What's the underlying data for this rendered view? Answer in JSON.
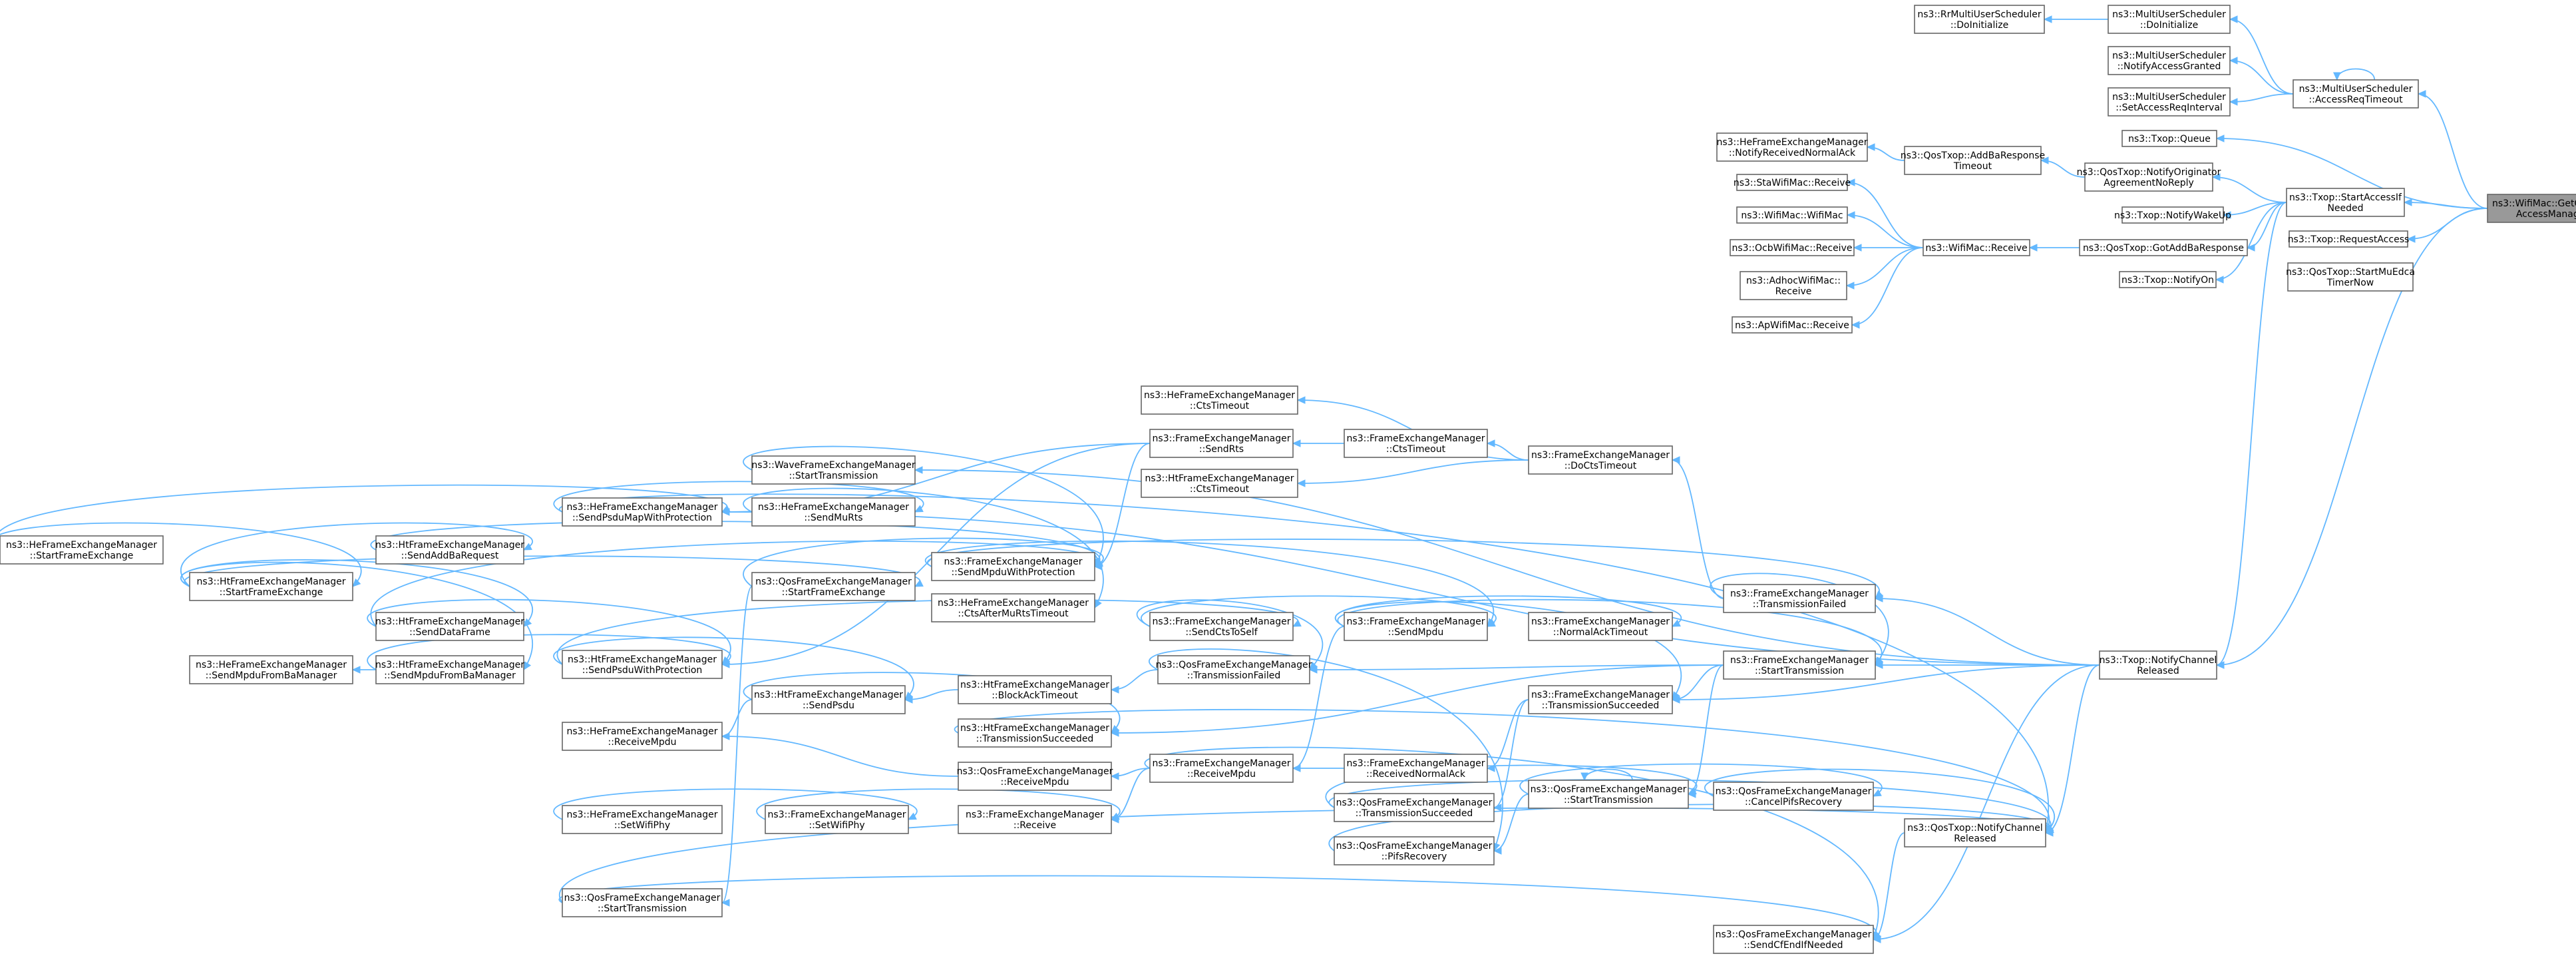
{
  "graph": {
    "direction": "right-to-left",
    "root": "getchannel",
    "colors": {
      "edge": "#63b8ff",
      "node_border": "#666666",
      "node_fill": "#ffffff",
      "root_fill": "#999999"
    },
    "nodes": [
      {
        "id": "getchannel",
        "lines": [
          "ns3::WifiMac::GetChannel",
          "AccessManager"
        ],
        "root": true
      },
      {
        "id": "rrmusched_doinit",
        "lines": [
          "ns3::RrMultiUserScheduler",
          "::DoInitialize"
        ]
      },
      {
        "id": "musched_doinit",
        "lines": [
          "ns3::MultiUserScheduler",
          "::DoInitialize"
        ]
      },
      {
        "id": "musched_notifyag",
        "lines": [
          "ns3::MultiUserScheduler",
          "::NotifyAccessGranted"
        ]
      },
      {
        "id": "musched_setari",
        "lines": [
          "ns3::MultiUserScheduler",
          "::SetAccessReqInterval"
        ]
      },
      {
        "id": "musched_arto",
        "lines": [
          "ns3::MultiUserScheduler",
          "::AccessReqTimeout"
        ]
      },
      {
        "id": "txop_queue",
        "lines": [
          "ns3::Txop::Queue"
        ]
      },
      {
        "id": "he_notifyrecvnormalack",
        "lines": [
          "ns3::HeFrameExchangeManager",
          "::NotifyReceivedNormalAck"
        ]
      },
      {
        "id": "qostxop_addbato",
        "lines": [
          "ns3::QosTxop::AddBaResponse",
          "Timeout"
        ]
      },
      {
        "id": "qostxop_notifyorig",
        "lines": [
          "ns3::QosTxop::NotifyOriginator",
          "AgreementNoReply"
        ]
      },
      {
        "id": "txop_startaccess",
        "lines": [
          "ns3::Txop::StartAccessIf",
          "Needed"
        ]
      },
      {
        "id": "stawifimac_recv",
        "lines": [
          "ns3::StaWifiMac::Receive"
        ]
      },
      {
        "id": "wifimac_ctor",
        "lines": [
          "ns3::WifiMac::WifiMac"
        ]
      },
      {
        "id": "txop_notifywakeup",
        "lines": [
          "ns3::Txop::NotifyWakeUp"
        ]
      },
      {
        "id": "ocbwifimac_recv",
        "lines": [
          "ns3::OcbWifiMac::Receive"
        ]
      },
      {
        "id": "wifimac_recv",
        "lines": [
          "ns3::WifiMac::Receive"
        ]
      },
      {
        "id": "qostxop_gotaddba",
        "lines": [
          "ns3::QosTxop::GotAddBaResponse"
        ]
      },
      {
        "id": "txop_requestaccess",
        "lines": [
          "ns3::Txop::RequestAccess"
        ]
      },
      {
        "id": "adhoc_recv",
        "lines": [
          "ns3::AdhocWifiMac::",
          "Receive"
        ]
      },
      {
        "id": "txop_notifyon",
        "lines": [
          "ns3::Txop::NotifyOn"
        ]
      },
      {
        "id": "qostxop_startmuedca",
        "lines": [
          "ns3::QosTxop::StartMuEdca",
          "TimerNow"
        ]
      },
      {
        "id": "apwifimac_recv",
        "lines": [
          "ns3::ApWifiMac::Receive"
        ]
      },
      {
        "id": "hefem_ctstimeout",
        "lines": [
          "ns3::HeFrameExchangeManager",
          "::CtsTimeout"
        ]
      },
      {
        "id": "fem_sendrts",
        "lines": [
          "ns3::FrameExchangeManager",
          "::SendRts"
        ]
      },
      {
        "id": "fem_ctstimeout",
        "lines": [
          "ns3::FrameExchangeManager",
          "::CtsTimeout"
        ]
      },
      {
        "id": "fem_docts",
        "lines": [
          "ns3::FrameExchangeManager",
          "::DoCtsTimeout"
        ]
      },
      {
        "id": "wavefem_starttx",
        "lines": [
          "ns3::WaveFrameExchangeManager",
          "::StartTransmission"
        ]
      },
      {
        "id": "htfem_ctstimeout",
        "lines": [
          "ns3::HtFrameExchangeManager",
          "::CtsTimeout"
        ]
      },
      {
        "id": "hefem_sendpsdumap",
        "lines": [
          "ns3::HeFrameExchangeManager",
          "::SendPsduMapWithProtection"
        ]
      },
      {
        "id": "hefem_sendmurts",
        "lines": [
          "ns3::HeFrameExchangeManager",
          "::SendMuRts"
        ]
      },
      {
        "id": "hefem_startfe",
        "lines": [
          "ns3::HeFrameExchangeManager",
          "::StartFrameExchange"
        ]
      },
      {
        "id": "htfem_sendaddba",
        "lines": [
          "ns3::HtFrameExchangeManager",
          "::SendAddBaRequest"
        ]
      },
      {
        "id": "fem_sendmpduwp",
        "lines": [
          "ns3::FrameExchangeManager",
          "::SendMpduWithProtection"
        ]
      },
      {
        "id": "htfem_startfe",
        "lines": [
          "ns3::HtFrameExchangeManager",
          "::StartFrameExchange"
        ]
      },
      {
        "id": "qosfem_startfe",
        "lines": [
          "ns3::QosFrameExchangeManager",
          "::StartFrameExchange"
        ]
      },
      {
        "id": "hefem_ctsaftermurts",
        "lines": [
          "ns3::HeFrameExchangeManager",
          "::CtsAfterMuRtsTimeout"
        ]
      },
      {
        "id": "fem_txfailed",
        "lines": [
          "ns3::FrameExchangeManager",
          "::TransmissionFailed"
        ]
      },
      {
        "id": "htfem_senddataframe",
        "lines": [
          "ns3::HtFrameExchangeManager",
          "::SendDataFrame"
        ]
      },
      {
        "id": "fem_sendctstoself",
        "lines": [
          "ns3::FrameExchangeManager",
          "::SendCtsToSelf"
        ]
      },
      {
        "id": "fem_sendmpdu",
        "lines": [
          "ns3::FrameExchangeManager",
          "::SendMpdu"
        ]
      },
      {
        "id": "fem_normalackto",
        "lines": [
          "ns3::FrameExchangeManager",
          "::NormalAckTimeout"
        ]
      },
      {
        "id": "hefem_sendmpdufromba",
        "lines": [
          "ns3::HeFrameExchangeManager",
          "::SendMpduFromBaManager"
        ]
      },
      {
        "id": "htfem_sendmpdufromba",
        "lines": [
          "ns3::HtFrameExchangeManager",
          "::SendMpduFromBaManager"
        ]
      },
      {
        "id": "htfem_sendpsduwp",
        "lines": [
          "ns3::HtFrameExchangeManager",
          "::SendPsduWithProtection"
        ]
      },
      {
        "id": "qosfem_txfailed",
        "lines": [
          "ns3::QosFrameExchangeManager",
          "::TransmissionFailed"
        ]
      },
      {
        "id": "fem_starttx",
        "lines": [
          "ns3::FrameExchangeManager",
          "::StartTransmission"
        ]
      },
      {
        "id": "txop_notifychreleased",
        "lines": [
          "ns3::Txop::NotifyChannel",
          "Released"
        ]
      },
      {
        "id": "htfem_blockackto",
        "lines": [
          "ns3::HtFrameExchangeManager",
          "::BlockAckTimeout"
        ]
      },
      {
        "id": "htfem_sendpsdu",
        "lines": [
          "ns3::HtFrameExchangeManager",
          "::SendPsdu"
        ]
      },
      {
        "id": "fem_txsucceeded",
        "lines": [
          "ns3::FrameExchangeManager",
          "::TransmissionSucceeded"
        ]
      },
      {
        "id": "hefem_receivempdu",
        "lines": [
          "ns3::HeFrameExchangeManager",
          "::ReceiveMpdu"
        ]
      },
      {
        "id": "htfem_txsucceeded",
        "lines": [
          "ns3::HtFrameExchangeManager",
          "::TransmissionSucceeded"
        ]
      },
      {
        "id": "fem_receivempdu",
        "lines": [
          "ns3::FrameExchangeManager",
          "::ReceiveMpdu"
        ]
      },
      {
        "id": "fem_recvnormalack",
        "lines": [
          "ns3::FrameExchangeManager",
          "::ReceivedNormalAck"
        ]
      },
      {
        "id": "qosfem_receivempdu",
        "lines": [
          "ns3::QosFrameExchangeManager",
          "::ReceiveMpdu"
        ]
      },
      {
        "id": "qosfem_txsucceeded",
        "lines": [
          "ns3::QosFrameExchangeManager",
          "::TransmissionSucceeded"
        ]
      },
      {
        "id": "qosfem_starttx",
        "lines": [
          "ns3::QosFrameExchangeManager",
          "::StartTransmission"
        ]
      },
      {
        "id": "qosfem_cancelpifs",
        "lines": [
          "ns3::QosFrameExchangeManager",
          "::CancelPifsRecovery"
        ]
      },
      {
        "id": "hefem_setwifiphy",
        "lines": [
          "ns3::HeFrameExchangeManager",
          "::SetWifiPhy"
        ]
      },
      {
        "id": "fem_setwifiphy",
        "lines": [
          "ns3::FrameExchangeManager",
          "::SetWifiPhy"
        ]
      },
      {
        "id": "fem_receive",
        "lines": [
          "ns3::FrameExchangeManager",
          "::Receive"
        ]
      },
      {
        "id": "qostxop_notifychreleased",
        "lines": [
          "ns3::QosTxop::NotifyChannel",
          "Released"
        ]
      },
      {
        "id": "qosfem_pifsrecovery",
        "lines": [
          "ns3::QosFrameExchangeManager",
          "::PifsRecovery"
        ]
      },
      {
        "id": "qosfem_starttx2",
        "lines": [
          "ns3::QosFrameExchangeManager",
          "::StartTransmission"
        ]
      },
      {
        "id": "qosfem_sendcfend",
        "lines": [
          "ns3::QosFrameExchangeManager",
          "::SendCfEndIfNeeded"
        ]
      }
    ],
    "edges": [
      [
        "musched_arto",
        "getchannel"
      ],
      [
        "txop_queue",
        "getchannel"
      ],
      [
        "txop_startaccess",
        "getchannel"
      ],
      [
        "txop_requestaccess",
        "getchannel"
      ],
      [
        "txop_notifychreleased",
        "getchannel"
      ],
      [
        "rrmusched_doinit",
        "musched_doinit"
      ],
      [
        "musched_doinit",
        "musched_arto"
      ],
      [
        "musched_notifyag",
        "musched_arto"
      ],
      [
        "musched_setari",
        "musched_arto"
      ],
      [
        "musched_arto",
        "musched_arto"
      ],
      [
        "he_notifyrecvnormalack",
        "qostxop_addbato"
      ],
      [
        "qostxop_addbato",
        "qostxop_notifyorig"
      ],
      [
        "qostxop_notifyorig",
        "txop_startaccess"
      ],
      [
        "txop_notifywakeup",
        "txop_startaccess"
      ],
      [
        "qostxop_gotaddba",
        "txop_startaccess"
      ],
      [
        "txop_notifyon",
        "txop_startaccess"
      ],
      [
        "txop_notifychreleased",
        "txop_startaccess"
      ],
      [
        "stawifimac_recv",
        "wifimac_recv"
      ],
      [
        "wifimac_ctor",
        "wifimac_recv"
      ],
      [
        "ocbwifimac_recv",
        "wifimac_recv"
      ],
      [
        "adhoc_recv",
        "wifimac_recv"
      ],
      [
        "apwifimac_recv",
        "wifimac_recv"
      ],
      [
        "wifimac_recv",
        "qostxop_gotaddba"
      ],
      [
        "hefem_ctstimeout",
        "fem_docts"
      ],
      [
        "fem_ctstimeout",
        "fem_docts"
      ],
      [
        "htfem_ctstimeout",
        "fem_docts"
      ],
      [
        "fem_sendrts",
        "fem_ctstimeout"
      ],
      [
        "fem_docts",
        "fem_txfailed"
      ],
      [
        "hefem_sendpsdumap",
        "fem_sendrts"
      ],
      [
        "fem_sendmpduwp",
        "fem_sendrts"
      ],
      [
        "htfem_sendpsduwp",
        "fem_sendrts"
      ],
      [
        "wavefem_starttx",
        "txop_notifychreleased"
      ],
      [
        "hefem_sendmurts",
        "hefem_sendpsdumap"
      ],
      [
        "hefem_sendpsdumap",
        "hefem_startfe"
      ],
      [
        "htfem_startfe",
        "hefem_startfe"
      ],
      [
        "htfem_sendaddba",
        "htfem_startfe"
      ],
      [
        "htfem_senddataframe",
        "htfem_startfe"
      ],
      [
        "htfem_sendmpdufromba",
        "htfem_startfe"
      ],
      [
        "qosfem_startfe",
        "htfem_startfe"
      ],
      [
        "fem_sendmpduwp",
        "htfem_sendaddba"
      ],
      [
        "fem_sendmpduwp",
        "wavefem_starttx"
      ],
      [
        "fem_sendmpduwp",
        "htfem_senddataframe"
      ],
      [
        "fem_sendmpduwp",
        "qosfem_startfe"
      ],
      [
        "fem_txfailed",
        "fem_sendmpduwp"
      ],
      [
        "fem_sendmpdu",
        "fem_sendmpduwp"
      ],
      [
        "hefem_ctsaftermurts",
        "hefem_sendmurts"
      ],
      [
        "fem_sendctstoself",
        "htfem_sendpsduwp"
      ],
      [
        "htfem_sendpsduwp",
        "htfem_senddataframe"
      ],
      [
        "htfem_sendpsduwp",
        "htfem_sendmpdufromba"
      ],
      [
        "hefem_sendmpdufromba",
        "htfem_sendmpdufromba"
      ],
      [
        "htfem_sendpsdu",
        "htfem_sendpsduwp"
      ],
      [
        "fem_sendmpdu",
        "fem_sendctstoself"
      ],
      [
        "qosfem_txfailed",
        "fem_sendctstoself"
      ],
      [
        "fem_normalackto",
        "fem_sendmpdu"
      ],
      [
        "fem_txsucceeded",
        "fem_sendmpdu"
      ],
      [
        "fem_receivempdu",
        "fem_sendmpdu"
      ],
      [
        "fem_txfailed",
        "txop_notifychreleased"
      ],
      [
        "fem_starttx",
        "txop_notifychreleased"
      ],
      [
        "fem_txsucceeded",
        "txop_notifychreleased"
      ],
      [
        "fem_starttx",
        "fem_sendmpdu"
      ],
      [
        "fem_starttx",
        "fem_txfailed"
      ],
      [
        "qosfem_txfailed",
        "fem_starttx"
      ],
      [
        "fem_txsucceeded",
        "fem_starttx"
      ],
      [
        "htfem_blockackto",
        "qosfem_txfailed"
      ],
      [
        "htfem_txsucceeded",
        "fem_starttx"
      ],
      [
        "qosfem_pifsrecovery",
        "qosfem_txfailed"
      ],
      [
        "htfem_sendpsdu",
        "htfem_blockackto"
      ],
      [
        "hefem_receivempdu",
        "htfem_sendpsdu"
      ],
      [
        "htfem_txsucceeded",
        "htfem_sendpsdu"
      ],
      [
        "fem_recvnormalack",
        "fem_txsucceeded"
      ],
      [
        "qosfem_txsucceeded",
        "fem_txsucceeded"
      ],
      [
        "fem_receivempdu",
        "fem_recvnormalack"
      ],
      [
        "qosfem_receivempdu",
        "fem_receivempdu"
      ],
      [
        "fem_receive",
        "fem_receivempdu"
      ],
      [
        "hefem_receivempdu",
        "qosfem_receivempdu"
      ],
      [
        "qosfem_starttx",
        "qosfem_txsucceeded"
      ],
      [
        "qosfem_starttx",
        "qosfem_starttx"
      ],
      [
        "qosfem_cancelpifs",
        "qosfem_starttx"
      ],
      [
        "qosfem_starttx",
        "fem_starttx"
      ],
      [
        "qosfem_pifsrecovery",
        "qosfem_starttx"
      ],
      [
        "qostxop_notifychreleased",
        "qosfem_cancelpifs"
      ],
      [
        "qostxop_notifychreleased",
        "txop_notifychreleased"
      ],
      [
        "qostxop_notifychreleased",
        "qosfem_txsucceeded"
      ],
      [
        "qostxop_notifychreleased",
        "qosfem_pifsrecovery"
      ],
      [
        "qostxop_notifychreleased",
        "htfem_txsucceeded"
      ],
      [
        "qostxop_notifychreleased",
        "qosfem_starttx2"
      ],
      [
        "qostxop_notifychreleased",
        "hefem_sendpsdumap"
      ],
      [
        "fem_setwifiphy",
        "hefem_setwifiphy"
      ],
      [
        "fem_receive",
        "fem_setwifiphy"
      ],
      [
        "qosfem_starttx2",
        "qosfem_startfe"
      ],
      [
        "qosfem_sendcfend",
        "qosfem_starttx2"
      ],
      [
        "qosfem_sendcfend",
        "qostxop_notifychreleased"
      ],
      [
        "qosfem_sendcfend",
        "txop_notifychreleased"
      ],
      [
        "qosfem_sendcfend",
        "fem_receivempdu"
      ],
      [
        "hefem_sendpsdumap",
        "txop_notifychreleased"
      ]
    ]
  }
}
